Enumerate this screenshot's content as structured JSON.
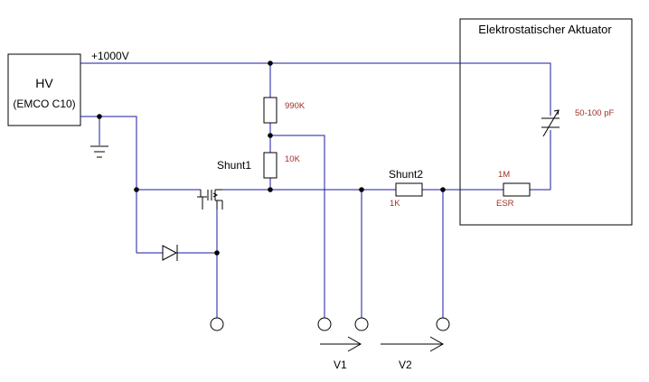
{
  "hv_source": {
    "name": "HV",
    "model": "(EMCO C10)"
  },
  "supply_label": "+1000V",
  "actuator": {
    "title": "Elektrostatischer Aktuator"
  },
  "components": {
    "r990k": {
      "value": "990K"
    },
    "shunt1": {
      "name": "Shunt1",
      "value": "10K"
    },
    "shunt2": {
      "name": "Shunt2",
      "value": "1K"
    },
    "esr": {
      "name": "ESR",
      "value": "1M"
    },
    "capacitor": {
      "value": "50-100 pF"
    }
  },
  "measurements": {
    "v1": "V1",
    "v2": "V2"
  },
  "colors": {
    "wire": "#1a1aa6",
    "component": "#000000",
    "value_text": "#a0302a"
  }
}
